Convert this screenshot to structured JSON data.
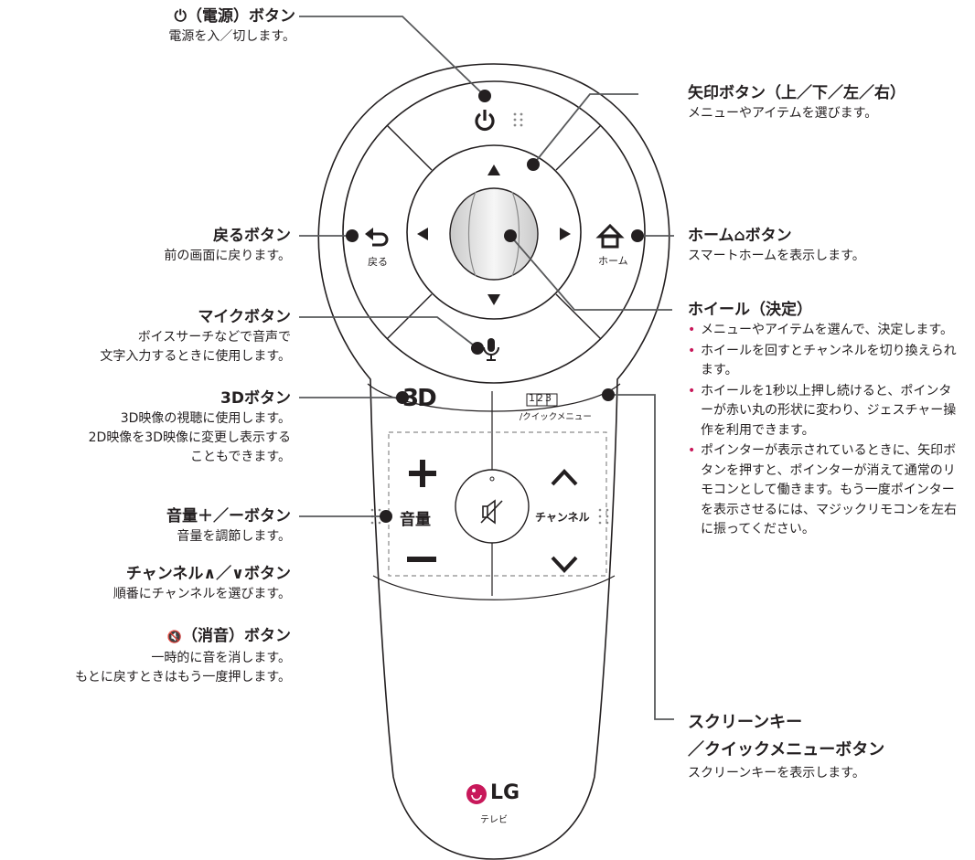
{
  "labels": {
    "power": {
      "title": "⏻（電源）ボタン",
      "desc": "電源を入／切します。"
    },
    "back": {
      "title": "戻るボタン",
      "desc": "前の画面に戻ります。"
    },
    "mic": {
      "title": "マイクボタン",
      "desc": [
        "ボイスサーチなどで音声で",
        "文字入力するときに使用します。"
      ]
    },
    "threed": {
      "title": "3Dボタン",
      "desc": [
        "3D映像の視聴に使用します。",
        "2D映像を3D映像に変更し表示する",
        "こともできます。"
      ]
    },
    "volume": {
      "title": "音量＋／ーボタン",
      "desc": "音量を調節します。"
    },
    "channel": {
      "title": "チャンネル∧／∨ボタン",
      "desc": "順番にチャンネルを選びます。"
    },
    "mute": {
      "title": "（消音）ボタン",
      "desc": [
        "一時的に音を消します。",
        "もとに戻すときはもう一度押します。"
      ]
    },
    "arrows": {
      "title": "矢印ボタン（上／下／左／右）",
      "desc": "メニューやアイテムを選びます。"
    },
    "home": {
      "title_pre": "ホーム",
      "title_post": "ボタン",
      "desc": "スマートホームを表示します。"
    },
    "wheel": {
      "title": "ホイール（決定）",
      "bullets": [
        "メニューやアイテムを選んで、決定します。",
        "ホイールを回すとチャンネルを切り換えられます。",
        "ホイールを1秒以上押し続けると、ポインターが赤い丸の形状に変わり、ジェスチャー操作を利用できます。",
        "ポインターが表示されているときに、矢印ボタンを押すと、ポインターが消えて通常のリモコンとして働きます。もう一度ポインターを表示させるには、マジックリモコンを左右に振ってください。"
      ]
    },
    "screenkey": {
      "title": [
        "スクリーンキー",
        "／クイックメニューボタン"
      ],
      "desc": "スクリーンキーを表示します。"
    }
  },
  "remote": {
    "back_text": "戻る",
    "home_text": "ホーム",
    "threed_text": "3D",
    "quick_numbers": "123",
    "quick_text": "/クイックメニュー",
    "volume_text": "音量",
    "channel_text": "チャンネル",
    "logo_text": "LG",
    "tv_text": "テレビ"
  },
  "colors": {
    "outline": "#231f20",
    "leader": "#58595b",
    "accent": "#c8185a",
    "shade": "#d7d7d7"
  }
}
